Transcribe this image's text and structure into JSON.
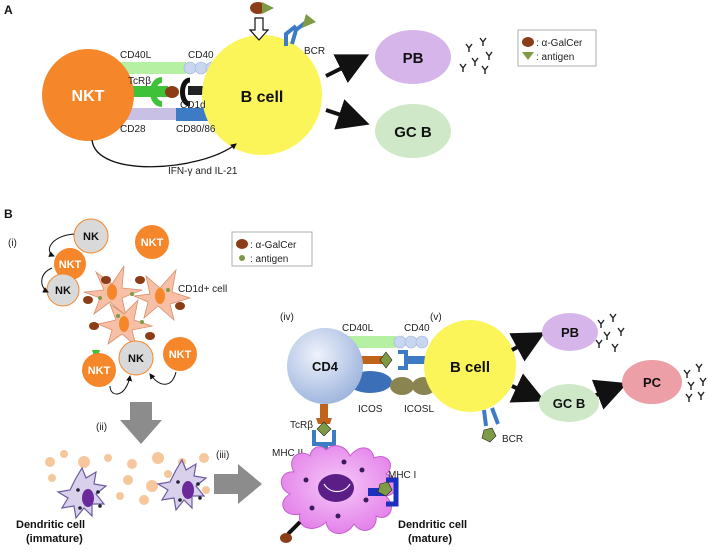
{
  "panelA": {
    "letter": "A",
    "nkt": "NKT",
    "bcell": "B cell",
    "pb": "PB",
    "gcb": "GC B",
    "cd40l": "CD40L",
    "cd40": "CD40",
    "tcrb": "TcRβ",
    "cd1d": "CD1d",
    "cd28": "CD28",
    "cd8086": "CD80/86",
    "bcr": "BCR",
    "cytokines": "IFN-γ and IL-21",
    "legend": {
      "galcer": ": α-GalCer",
      "antigen": ": antigen"
    }
  },
  "panelB": {
    "letter": "B",
    "step_i": "(i)",
    "step_ii": "(ii)",
    "step_iii": "(iii)",
    "step_iv": "(iv)",
    "step_v": "(v)",
    "nk": "NK",
    "nkt": "NKT",
    "cd1d_cell": "CD1d+ cell",
    "legend": {
      "galcer": ": α-GalCer",
      "antigen": ": antigen"
    },
    "cd4": "CD4",
    "bcell": "B cell",
    "pb": "PB",
    "gcb": "GC B",
    "pc": "PC",
    "cd40l": "CD40L",
    "cd40": "CD40",
    "tcrb": "TcRβ",
    "icos": "ICOS",
    "icosl": "ICOSL",
    "bcr": "BCR",
    "mhc2": "MHC II",
    "mhc1": "MHC I",
    "dc_immature": [
      "Dendritic cell",
      "(immature)"
    ],
    "dc_mature": [
      "Dendritic cell",
      "(mature)"
    ]
  },
  "colors": {
    "nkt": "#f5862a",
    "bcell": "#fbf55a",
    "pb": "#d6b6ea",
    "gcb": "#cfe8c8",
    "pc": "#ec9fa6",
    "nk": "#d9d9d9",
    "cd4": "#a9bfe3",
    "dc": "#ea8ef0",
    "galcer": "#8a3d16",
    "antigen": "#7f9a45"
  }
}
